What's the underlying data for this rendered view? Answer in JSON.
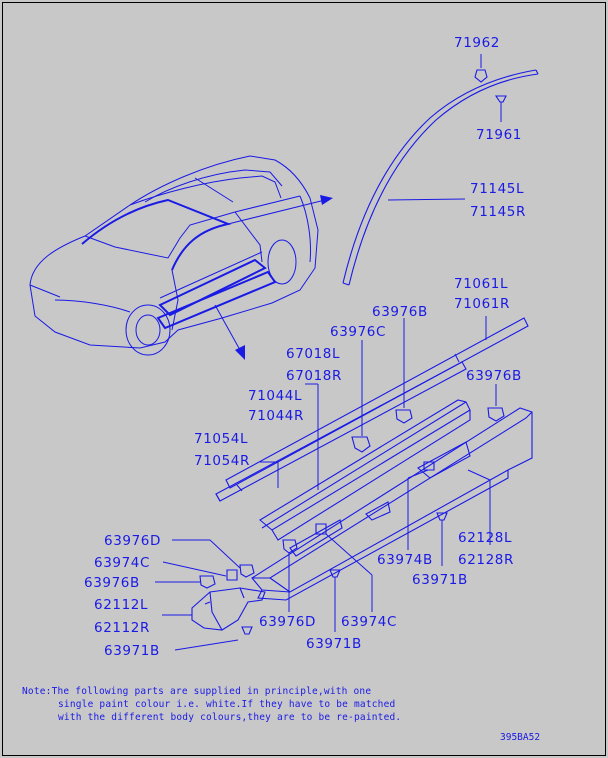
{
  "labels": {
    "p71962": "71962",
    "p71961": "71961",
    "p71145L": "71145L",
    "p71145R": "71145R",
    "p71061L": "71061L",
    "p71061R": "71061R",
    "p63976B_a": "63976B",
    "p63976C_a": "63976C",
    "p67018L": "67018L",
    "p67018R": "67018R",
    "p63976B_b": "63976B",
    "p71044L": "71044L",
    "p71044R": "71044R",
    "p71054L": "71054L",
    "p71054R": "71054R",
    "p63976D_a": "63976D",
    "p63974C_a": "63974C",
    "p63976B_c": "63976B",
    "p62112L": "62112L",
    "p62112R": "62112R",
    "p63971B_a": "63971B",
    "p63976D_b": "63976D",
    "p63971B_b": "63971B",
    "p63974C_b": "63974C",
    "p63974B": "63974B",
    "p62128L": "62128L",
    "p62128R": "62128R",
    "p63971B_c": "63971B"
  },
  "note": {
    "line1": "Note:The following parts are supplied  in principle,with one",
    "line2": "single paint colour i.e. white.If they have to be matched",
    "line3": "with the different body colours,they are to be re-painted."
  },
  "diagram_code": "395BA52",
  "colors": {
    "ink": "#1a1ae6",
    "background": "#c8c8c8"
  }
}
